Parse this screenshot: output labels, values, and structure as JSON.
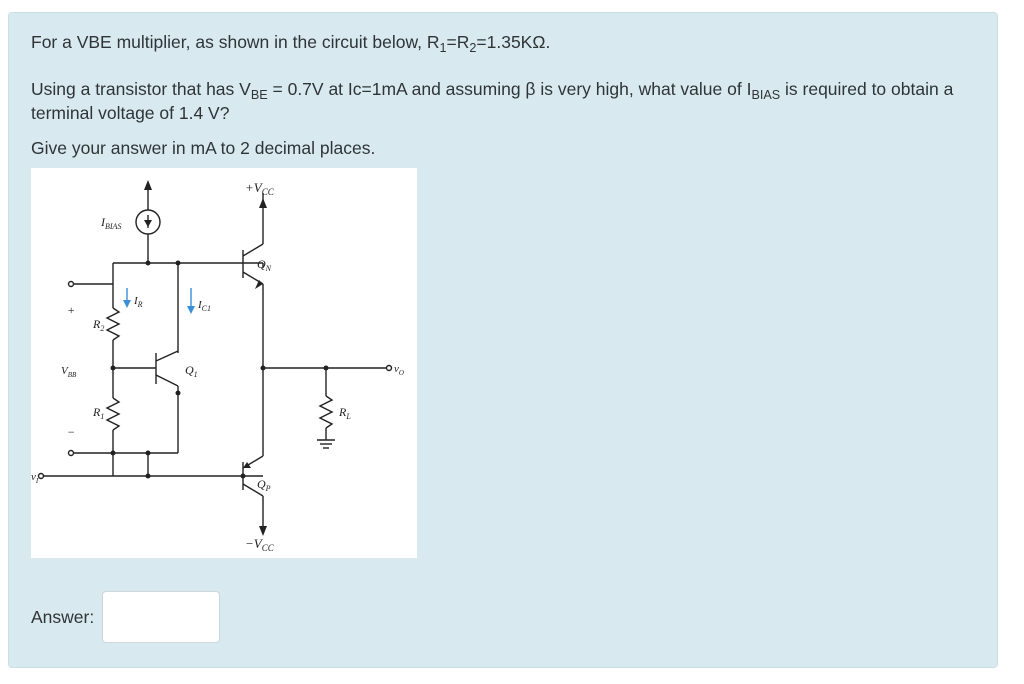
{
  "question": {
    "line1": {
      "prefix": "For a VBE multiplier, as shown in the circuit below, R",
      "r1_sub": "1",
      "mid": "=R",
      "r2_sub": "2",
      "suffix": "=1.35KΩ."
    },
    "line2": {
      "a": "Using a transistor that has V",
      "a_sub": "BE",
      "b": " = 0.7V at Ic=1mA and assuming β is very high, what value of I",
      "b_sub": "BIAS",
      "c": " is required to obtain a terminal voltage of 1.4 V?"
    },
    "line3": "Give your answer in mA to 2 decimal places."
  },
  "circuit": {
    "vcc_pos": "+V",
    "vcc_pos_sub": "CC",
    "vcc_neg": "−V",
    "vcc_neg_sub": "CC",
    "ibias": "I",
    "ibias_sub": "BIAS",
    "ir": "I",
    "ir_sub": "R",
    "ic1": "I",
    "ic1_sub": "C1",
    "qn": "Q",
    "qn_sub": "N",
    "qp": "Q",
    "qp_sub": "P",
    "q1": "Q",
    "q1_sub": "1",
    "r1": "R",
    "r1_sub": "1",
    "r2": "R",
    "r2_sub": "2",
    "rl": "R",
    "rl_sub": "L",
    "vbb": "V",
    "vbb_sub": "BB",
    "vi": "v",
    "vi_sub": "I",
    "vo": "v",
    "vo_sub": "O",
    "plus": "+",
    "minus": "−"
  },
  "answer": {
    "label": "Answer:",
    "value": ""
  }
}
